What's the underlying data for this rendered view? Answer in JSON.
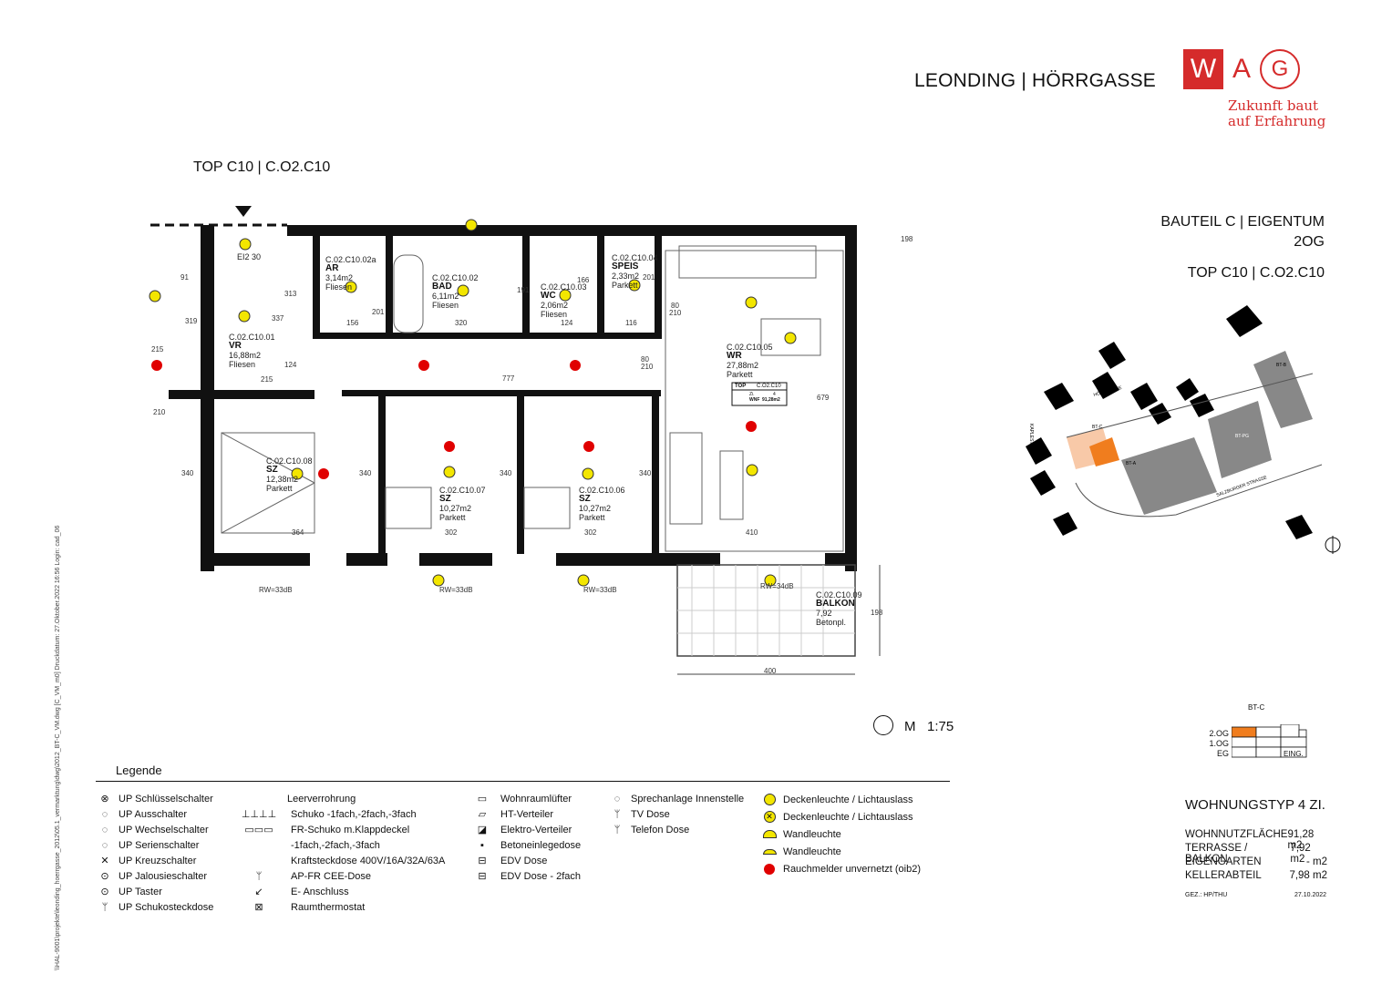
{
  "header": {
    "project_title": "LEONDING | HÖRRGASSE",
    "logo": {
      "letters": [
        "W",
        "A",
        "G"
      ],
      "slogan_line1": "Zukunft baut",
      "slogan_line2": "auf Erfahrung",
      "brand_color": "#d52b2b"
    }
  },
  "top_title": "TOP C10 | C.O2.C10",
  "info": {
    "bauteil": "BAUTEIL C | EIGENTUM",
    "floor": "2OG",
    "top": "TOP C10 | C.O2.C10"
  },
  "scale": {
    "label": "M",
    "value": "1:75"
  },
  "plan": {
    "entry_label": "EI2 30",
    "rooms": [
      {
        "code": "C.02.C10.02a",
        "name": "AR",
        "area": "3,14m2",
        "floor": "Fliesen"
      },
      {
        "code": "C.02.C10.02",
        "name": "BAD",
        "area": "6,11m2",
        "floor": "Fliesen"
      },
      {
        "code": "C.02.C10.03",
        "name": "WC",
        "area": "2,06m2",
        "floor": "Fliesen"
      },
      {
        "code": "C.02.C10.04",
        "name": "SPEIS",
        "area": "2,33m2",
        "floor": "Parkett"
      },
      {
        "code": "C.02.C10.01",
        "name": "VR",
        "area": "16,88m2",
        "floor": "Fliesen"
      },
      {
        "code": "C.02.C10.05",
        "name": "WR",
        "area": "27,88m2",
        "floor": "Parkett"
      },
      {
        "code": "C.02.C10.08",
        "name": "SZ",
        "area": "12,38m2",
        "floor": "Parkett"
      },
      {
        "code": "C.02.C10.07",
        "name": "SZ",
        "area": "10,27m2",
        "floor": "Parkett"
      },
      {
        "code": "C.02.C10.06",
        "name": "SZ",
        "area": "10,27m2",
        "floor": "Parkett"
      },
      {
        "code": "C.02.C10.09",
        "name": "BALKON",
        "area": "7,92",
        "floor": "Betonpl."
      }
    ],
    "dims": {
      "d91": "91",
      "d319": "319",
      "d215a": "215",
      "d215b": "215",
      "d337": "337",
      "d313": "313",
      "d124": "124",
      "d156": "156",
      "d201a": "201",
      "d320": "320",
      "d191": "191",
      "d124b": "124",
      "d166": "166",
      "d116": "116",
      "d201b": "201",
      "d777": "777",
      "d198a": "198",
      "d679": "679",
      "d364": "364",
      "d302a": "302",
      "d302b": "302",
      "d410": "410",
      "d340a": "340",
      "d340b": "340",
      "d340c": "340",
      "d340d": "340",
      "d400": "400",
      "d198b": "198",
      "d210a": "210",
      "d210b": "210",
      "d80a": "80",
      "d80b": "80",
      "d210c": "210"
    },
    "top_box": {
      "title": "TOP",
      "code": "C.O2.C10",
      "rooms_label": "Zi.",
      "rooms_val": "4",
      "wnf_label": "WNF",
      "wnf_val": "91,28m2"
    },
    "rw_label": "RW=33dB",
    "rw_label2": "RW=34dB"
  },
  "site_plan": {
    "streets": [
      "HÖRRGASSE",
      "KAPLESTR.",
      "HÖRRGASSE",
      "SALZBURGER STRASSE",
      "HÖRRGASSE"
    ],
    "buildings": [
      "BT-B",
      "BT-PG",
      "BT-C",
      "BT-A"
    ]
  },
  "section": {
    "title": "BT-C",
    "floors": [
      "2.OG",
      "1.OG",
      "EG"
    ],
    "eing": "EING.",
    "highlight_color": "#f07d1e"
  },
  "legend": {
    "title": "Legende",
    "col1": [
      "UP Schlüsselschalter",
      "UP Ausschalter",
      "UP Wechselschalter",
      "UP Serienschalter",
      "UP Kreuzschalter",
      "UP Jalousieschalter",
      "UP Taster",
      "UP Schukosteckdose"
    ],
    "col2": [
      "Leerverrohrung",
      "Schuko -1fach,-2fach,-3fach",
      "FR-Schuko m.Klappdeckel",
      "-1fach,-2fach,-3fach",
      "Kraftsteckdose 400V/16A/32A/63A",
      "AP-FR CEE-Dose",
      "E- Anschluss",
      "Raumthermostat"
    ],
    "col3": [
      "Wohnraumlüfter",
      "HT-Verteiler",
      "Elektro-Verteiler",
      "Betoneinlegedose",
      "EDV Dose",
      "EDV Dose - 2fach"
    ],
    "col4": [
      "Sprechanlage Innenstelle",
      "TV Dose",
      "Telefon Dose"
    ],
    "col5": [
      "Deckenleuchte / Lichtauslass",
      "Deckenleuchte / Lichtauslass",
      "Wandleuchte",
      "Wandleuchte",
      "Rauchmelder unvernetzt (oib2)"
    ],
    "yellow": "#f3e600",
    "red": "#e00000"
  },
  "facts": {
    "type": "WOHNUNGSTYP 4 ZI.",
    "rows": [
      {
        "label": "WOHNNUTZFLÄCHE",
        "value": "91,28 m2"
      },
      {
        "label": "TERRASSE / BALKON",
        "value": "7,92 m2"
      },
      {
        "label": "EIGENGARTEN",
        "value": "- m2"
      },
      {
        "label": "KELLERABTEIL",
        "value": "7,98 m2"
      }
    ],
    "drawn_by": "GEZ.: HP/THU",
    "date": "27.10.2022"
  },
  "side_note": "\\\\HAL-9001\\projekte\\leonding_hoerrgasse_2012\\05.1_vermarktung\\dwg\\2012_BT-C_VM.dwg [C_VM_m0]     Druckdatum: 27.Oktober.2022 16:56     Login: cad_06"
}
